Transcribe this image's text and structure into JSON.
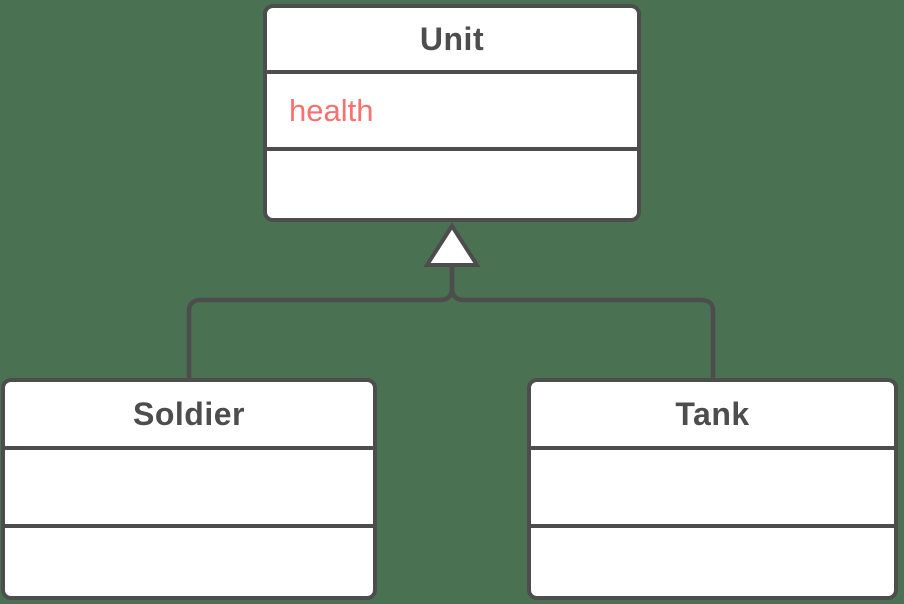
{
  "diagram": {
    "type": "uml-class-diagram",
    "canvas_background_color": "#4b7153",
    "stroke_color": "#4d4d4d",
    "shape_fill_color": "#ffffff",
    "title_text_color": "#4d4d4d",
    "attribute_text_color": "#f87070",
    "classes": [
      {
        "name": "Unit",
        "attributes": [
          "health"
        ],
        "methods": []
      },
      {
        "name": "Soldier",
        "attributes": [],
        "methods": []
      },
      {
        "name": "Tank",
        "attributes": [],
        "methods": []
      }
    ],
    "relations": [
      {
        "type": "inheritance",
        "from": "Soldier",
        "to": "Unit"
      },
      {
        "type": "inheritance",
        "from": "Tank",
        "to": "Unit"
      }
    ]
  }
}
